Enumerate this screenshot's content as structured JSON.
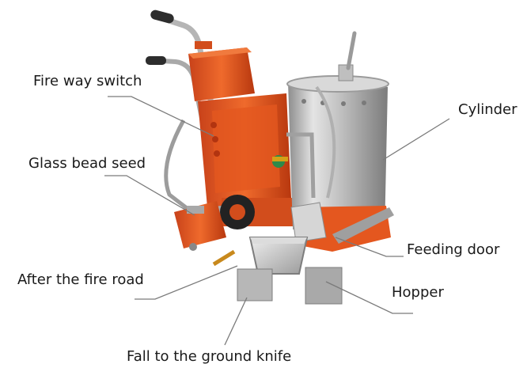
{
  "labels": {
    "fire_way_switch": "Fire way switch",
    "glass_bead_seed": "Glass bead seed",
    "after_fire_road": "After the fire road",
    "fall_knife": "Fall to the ground knife",
    "cylinder": "Cylinder",
    "feeding_door": "Feeding door",
    "hopper": "Hopper"
  },
  "colors": {
    "frame_orange": "#e8561c",
    "frame_dark": "#b83c10",
    "steel": "#c9c9c9",
    "steel_dark": "#8e8e8e",
    "leader": "#7a7a7a"
  }
}
